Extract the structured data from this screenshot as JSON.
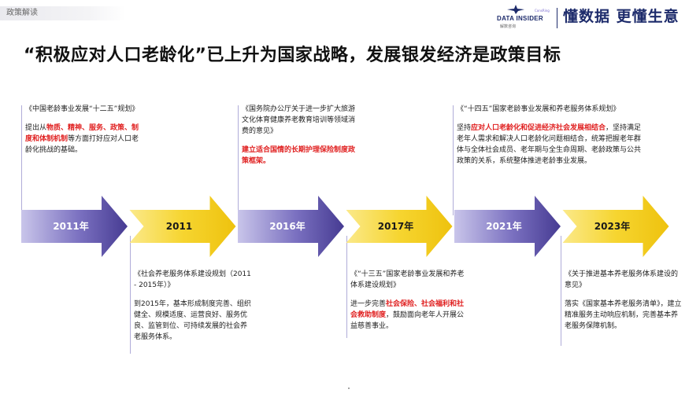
{
  "header": {
    "section_tag": "政策解读",
    "logo_brand": "DATA INSIDER",
    "logo_sub": "解数咨询",
    "logo_version": "ConsRing",
    "slogan": "懂数据 更懂生意"
  },
  "title": "“积极应对人口老龄化”已上升为国家战略，发展银发经济是政策目标",
  "colors": {
    "purple_arrow": "#5a4fa0",
    "yellow_arrow": "#f7d12a",
    "highlight": "#e02020",
    "brand": "#1d2b6b"
  },
  "timeline": [
    {
      "year": "2011年",
      "style": "purple"
    },
    {
      "year": "2011",
      "style": "yellow"
    },
    {
      "year": "2016年",
      "style": "purple"
    },
    {
      "year": "2017年",
      "style": "yellow"
    },
    {
      "year": "2021年",
      "style": "purple"
    },
    {
      "year": "2023年",
      "style": "yellow"
    }
  ],
  "notes": {
    "n1": {
      "doc": "《中国老龄事业发展“十二五”规划》",
      "pre": "提出从",
      "hl": "物质、精神、服务、政策、制度和体制机制",
      "post": "等方面打好应对人口老龄化挑战的基础。"
    },
    "n2": {
      "doc": "《社会养老服务体系建设规划（2011 - 2015年）》",
      "body": "到2015年，基本形成制度完善、组织健全、规模适度、运营良好、服务优良、监管到位、可持续发展的社会养老服务体系。"
    },
    "n3": {
      "doc": "《国务院办公厅关于进一步扩大旅游文化体育健康养老教育培训等领域消费的意见》",
      "hl": "建立适合国情的长期护理保险制度政策框架。"
    },
    "n4": {
      "doc": "《“十三五”国家老龄事业发展和养老体系建设规划》",
      "pre": "进一步完善",
      "hl": "社会保险、社会福利和社会救助制度",
      "post": "，鼓励面向老年人开展公益慈善事业。"
    },
    "n5": {
      "doc": "《“十四五”国家老龄事业发展和养老服务体系规划》",
      "pre": "坚持",
      "hl": "应对人口老龄化和促进经济社会发展相结合",
      "post": "，坚持满足老年人需求和解决人口老龄化问题相结合，统筹把握老年群体与全体社会成员、老年期与全生命周期、老龄政策与公共政策的关系，系统整体推进老龄事业发展。"
    },
    "n6": {
      "doc": "《关于推进基本养老服务体系建设的意见》",
      "body": "落实《国家基本养老服务清单》，建立精准服务主动响应机制，完善基本养老服务保障机制。"
    }
  }
}
